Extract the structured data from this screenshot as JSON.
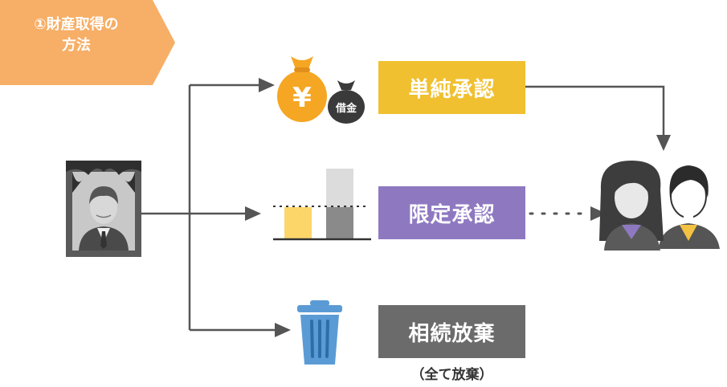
{
  "banner": {
    "line1": "①財産取得の",
    "line2": "方法"
  },
  "options": {
    "simple": {
      "label": "単純承認"
    },
    "limited": {
      "label": "限定承認"
    },
    "renounce": {
      "label": "相続放棄",
      "note": "（全て放棄）"
    }
  },
  "icons": {
    "yen_bag_symbol": "¥",
    "debt_bag_label": "借金"
  },
  "colors": {
    "banner": "#f7ae66",
    "simple": "#f0c030",
    "limited": "#8e79c1",
    "renounce": "#6b6b6b",
    "arrow": "#555555",
    "money_bag": "#f5a623",
    "debt_bag": "#3a3a3a",
    "trash": "#5b9bd5"
  }
}
